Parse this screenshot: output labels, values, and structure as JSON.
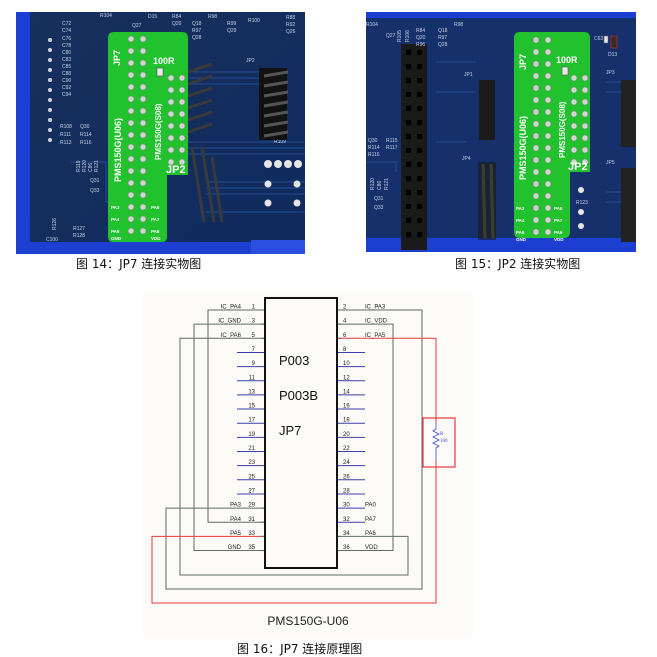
{
  "figures": [
    {
      "id": "fig14",
      "caption": "图 14：JP7 连接实物图",
      "board": {
        "adapter_labels": [
          "JP7",
          "100R",
          "PMS150G(U06)",
          "PMS150G(S08)",
          "JP2"
        ],
        "pin_labels_left": [
          "PA3",
          "PA4",
          "PA5",
          "GND"
        ],
        "pin_labels_right": [
          "PA0",
          "PA7",
          "PA6",
          "VDD"
        ],
        "silkscreen": [
          "C72",
          "C74",
          "C76",
          "C78",
          "C80",
          "C83",
          "C85",
          "C88",
          "C90",
          "C92",
          "C94",
          "R104",
          "Q27",
          "D15",
          "R84",
          "Q20",
          "Q18",
          "R97",
          "Q28",
          "R98",
          "R99",
          "Q29",
          "R100",
          "R88",
          "R92",
          "Q26",
          "JP2",
          "R108",
          "R111",
          "R113",
          "Q30",
          "R114",
          "R116",
          "R119",
          "R120",
          "C86",
          "R121",
          "Q31",
          "Q33",
          "R126",
          "R127",
          "R128",
          "C100",
          "R109"
        ]
      }
    },
    {
      "id": "fig15",
      "caption": "图 15：JP2 连接实物图",
      "board": {
        "adapter_labels": [
          "JP7",
          "100R",
          "PMS150G(U06)",
          "PMS150G(S08)",
          "JP2"
        ],
        "pin_labels_left": [
          "PA3",
          "PA4",
          "PA5",
          "GND"
        ],
        "pin_labels_right": [
          "PA0",
          "PA7",
          "PA6",
          "VDD"
        ],
        "silkscreen": [
          "R104",
          "Q27",
          "R105",
          "R106",
          "R84",
          "Q20",
          "R96",
          "Q18",
          "R97",
          "Q28",
          "R98",
          "C63",
          "D13",
          "JP1",
          "JP4",
          "JP3",
          "JP5",
          "Q30",
          "R114",
          "R116",
          "R115",
          "R117",
          "R120",
          "C86",
          "R121",
          "Q31",
          "Q33",
          "R123"
        ]
      }
    },
    {
      "id": "fig16",
      "caption": "图 16：JP7 连接原理图",
      "schematic": {
        "part_name": "PMS150G-U06",
        "connector_labels": [
          "P003",
          "P003B",
          "JP7"
        ],
        "left_pins": [
          {
            "num": "1",
            "net": "IC_PA4"
          },
          {
            "num": "3",
            "net": "IC_GND"
          },
          {
            "num": "5",
            "net": "IC_PA6"
          },
          {
            "num": "7",
            "net": ""
          },
          {
            "num": "9",
            "net": ""
          },
          {
            "num": "11",
            "net": ""
          },
          {
            "num": "13",
            "net": ""
          },
          {
            "num": "15",
            "net": ""
          },
          {
            "num": "17",
            "net": ""
          },
          {
            "num": "19",
            "net": ""
          },
          {
            "num": "21",
            "net": ""
          },
          {
            "num": "23",
            "net": ""
          },
          {
            "num": "25",
            "net": ""
          },
          {
            "num": "27",
            "net": ""
          },
          {
            "num": "29",
            "net": "PA3"
          },
          {
            "num": "31",
            "net": "PA4"
          },
          {
            "num": "33",
            "net": "PA5"
          },
          {
            "num": "35",
            "net": "GND"
          }
        ],
        "right_pins": [
          {
            "num": "2",
            "net": "IC_PA3"
          },
          {
            "num": "4",
            "net": "IC_VDD"
          },
          {
            "num": "6",
            "net": "IC_PA5"
          },
          {
            "num": "8",
            "net": ""
          },
          {
            "num": "10",
            "net": ""
          },
          {
            "num": "12",
            "net": ""
          },
          {
            "num": "14",
            "net": ""
          },
          {
            "num": "16",
            "net": ""
          },
          {
            "num": "18",
            "net": ""
          },
          {
            "num": "20",
            "net": ""
          },
          {
            "num": "22",
            "net": ""
          },
          {
            "num": "24",
            "net": ""
          },
          {
            "num": "26",
            "net": ""
          },
          {
            "num": "28",
            "net": ""
          },
          {
            "num": "30",
            "net": "PA0"
          },
          {
            "num": "32",
            "net": "PA7"
          },
          {
            "num": "34",
            "net": "PA6"
          },
          {
            "num": "36",
            "net": "VDD"
          }
        ],
        "resistor": {
          "ref": "R",
          "value": "100"
        },
        "colors": {
          "wire": "#5f6a66",
          "unconnected": "#3b3fa8",
          "red_net": "#e83a3a",
          "box": "#111111",
          "resistor": "#3b47d6"
        }
      }
    }
  ]
}
